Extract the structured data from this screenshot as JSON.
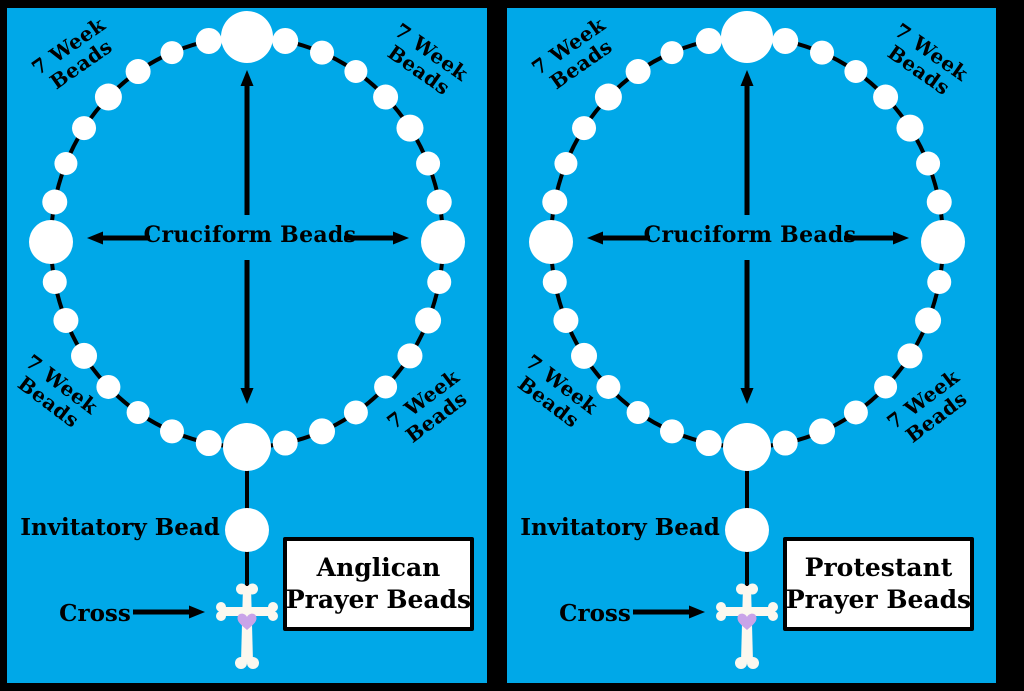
{
  "colors": {
    "frame": "#000000",
    "panel_background": "#00A8E8",
    "bead_fill": "#FFFFFF",
    "chain": "#000000",
    "arrow": "#000000",
    "label_text": "#000000",
    "title_box_background": "#FFFFFF",
    "title_box_border": "#000000",
    "cross_fill": "#FCF8EF",
    "heart_fill": "#C9A3E8"
  },
  "labels": {
    "week_beads_line1": "7 Week",
    "week_beads_line2": "Beads",
    "cruciform": "Cruciform Beads",
    "invitatory": "Invitatory Bead",
    "cross": "Cross"
  },
  "panels": [
    {
      "name": "anglican",
      "title_line1": "Anglican",
      "title_line2": "Prayer Beads"
    },
    {
      "name": "protestant",
      "title_line1": "Protestant",
      "title_line2": "Prayer Beads"
    }
  ],
  "structure": {
    "beads_on_ring": 32,
    "cruciform_bead_count": 4,
    "week_bead_groups": 4,
    "week_beads_per_group": 7,
    "invitatory_bead_count": 1,
    "cross_count": 1
  }
}
